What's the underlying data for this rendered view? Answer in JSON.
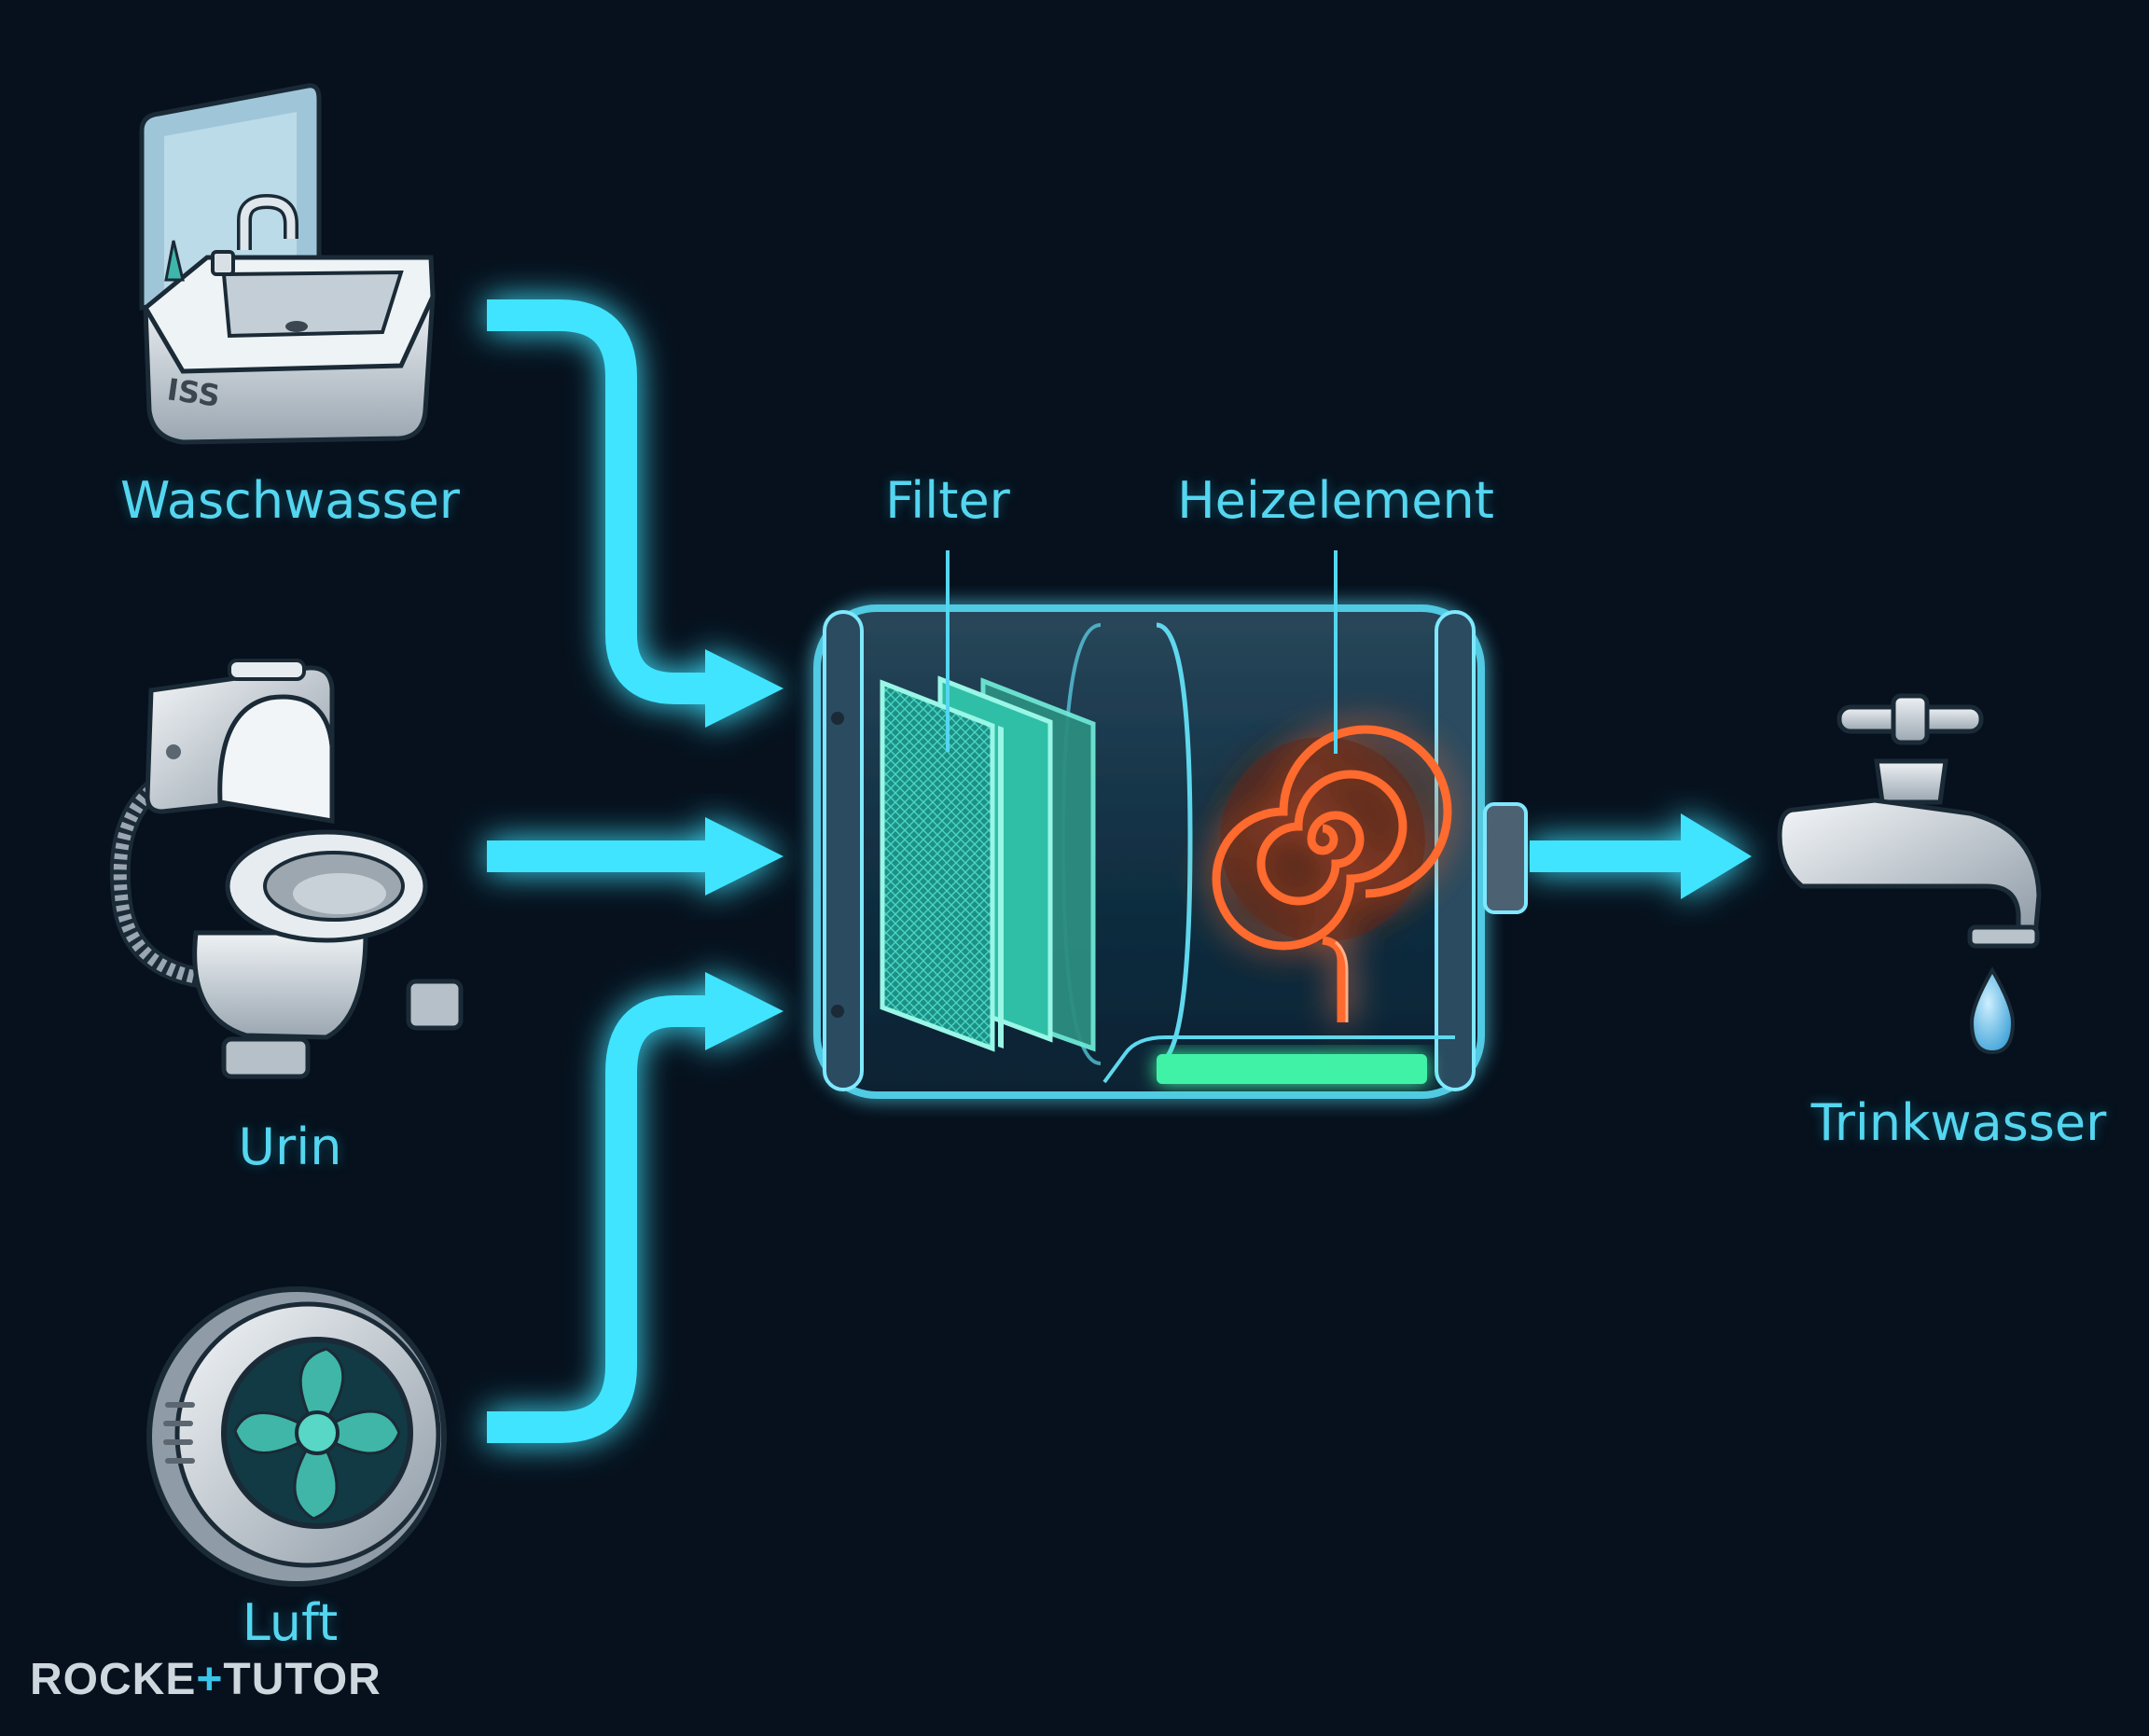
{
  "sources": [
    {
      "label": "Waschwasser",
      "icon": "sink-icon",
      "icon_text": "ISS"
    },
    {
      "label": "Urin",
      "icon": "toilet-icon"
    },
    {
      "label": "Luft",
      "icon": "fan-icon"
    }
  ],
  "processor": {
    "filter_label": "Filter",
    "heater_label": "Heizelement"
  },
  "output": {
    "label": "Trinkwasser",
    "icon": "faucet-icon"
  },
  "brand": {
    "left": "ROCKE",
    "plus": "+",
    "right": "TUTOR"
  },
  "colors": {
    "background": "#06111d",
    "flow": "#3fe4ff",
    "label": "#54d6f0",
    "heater": "#ff6a2e",
    "filter": "#2fbfa6"
  }
}
